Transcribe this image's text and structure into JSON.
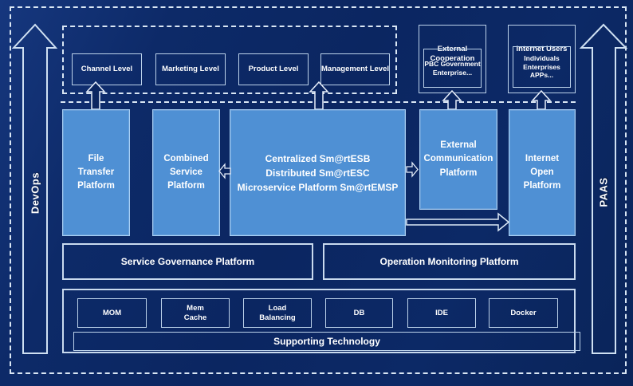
{
  "arrows": {
    "left_label": "DevOps",
    "right_label": "PAAS"
  },
  "levels": [
    {
      "label": "Channel Level"
    },
    {
      "label": "Marketing Level"
    },
    {
      "label": "Product Level"
    },
    {
      "label": "Management Level"
    }
  ],
  "external_cooperation": {
    "title": "External\nCooperation",
    "body": "PBC Government\nEnterprise..."
  },
  "internet_users": {
    "title": "Internet Users",
    "body": "Individuals\nEnterprises\nAPPs..."
  },
  "platforms": [
    {
      "label": "File\nTransfer\nPlatform"
    },
    {
      "label": "Combined\nService\nPlatform"
    },
    {
      "label": "Centralized Sm@rtESB\nDistributed Sm@rtESC\nMicroservice Platform Sm@rtEMSP"
    },
    {
      "label": "External\nCommunication\nPlatform"
    },
    {
      "label": "Internet\nOpen\nPlatform"
    }
  ],
  "governance_label": "Service Governance Platform",
  "monitoring_label": "Operation Monitoring Platform",
  "technologies": [
    {
      "label": "MOM"
    },
    {
      "label": "Mem\nCache"
    },
    {
      "label": "Load\nBalancing"
    },
    {
      "label": "DB"
    },
    {
      "label": "IDE"
    },
    {
      "label": "Docker"
    }
  ],
  "supporting_label": "Supporting Technology",
  "colors": {
    "background": "#0b2661",
    "panel_blue": "#4f90d4",
    "panel_blue_border": "#a9d0f5",
    "line_light": "#d9e6f4",
    "text": "#ffffff"
  }
}
